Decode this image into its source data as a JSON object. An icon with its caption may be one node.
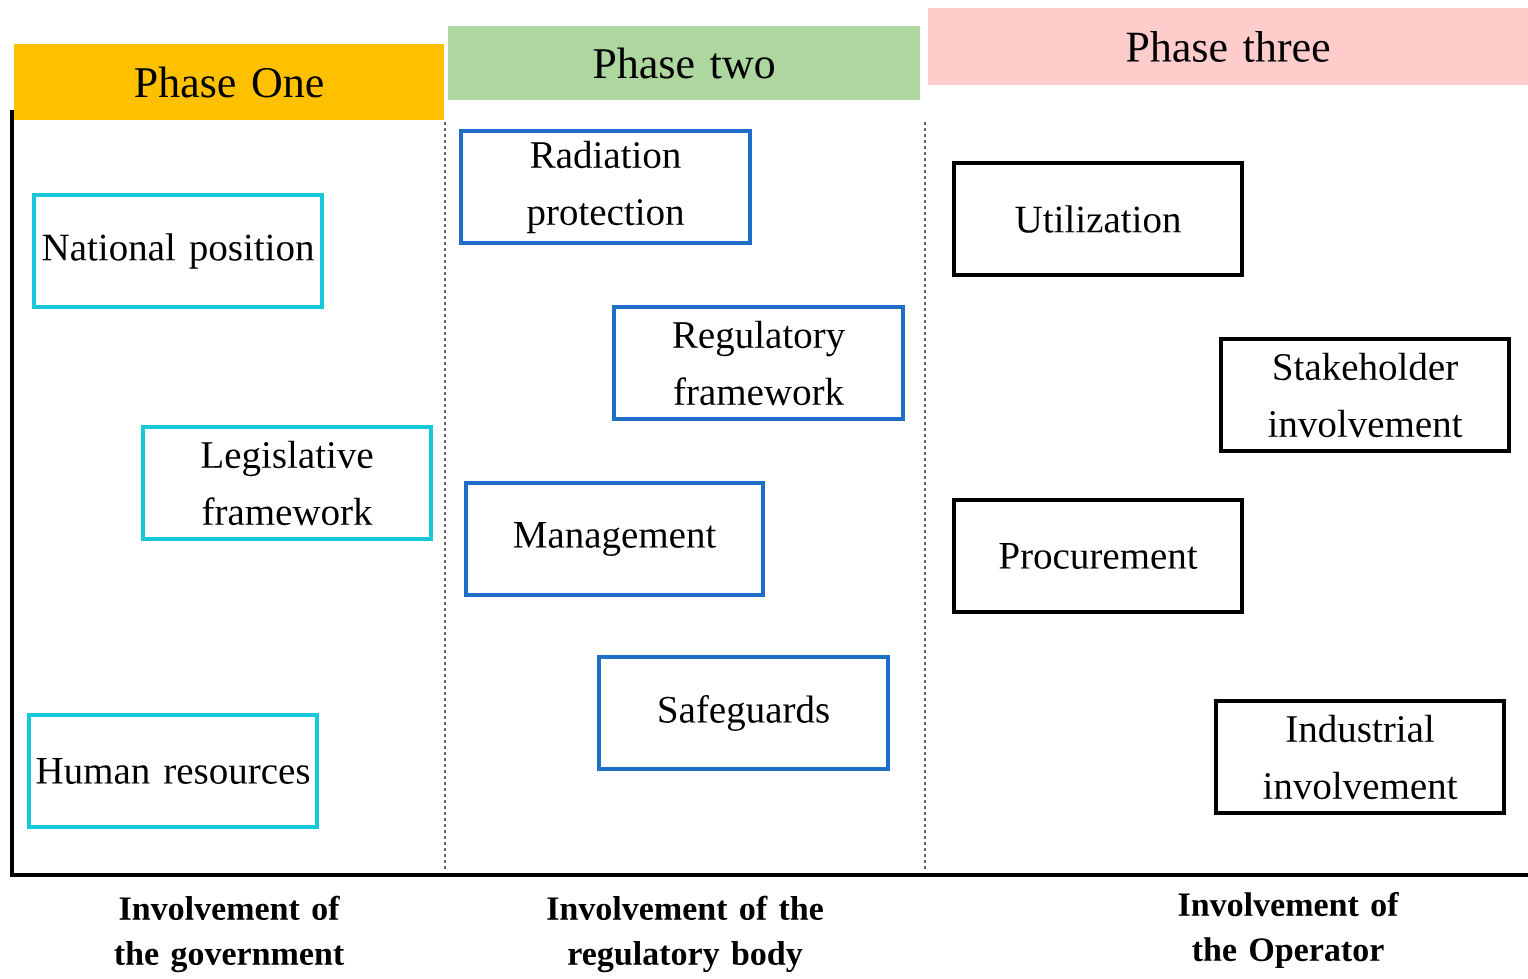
{
  "diagram": {
    "nodes": [
      {
        "text": [
          "Phase One"
        ]
      },
      {
        "text": [
          "Phase two"
        ]
      },
      {
        "text": [
          "Phase three"
        ]
      },
      {
        "text": [
          "National position"
        ]
      },
      {
        "text": [
          "Legislative framework"
        ]
      },
      {
        "text": [
          "Human resources"
        ]
      },
      {
        "text": [
          "Radiation protection"
        ]
      },
      {
        "text": [
          "Regulatory framework"
        ]
      },
      {
        "text": [
          "Management"
        ]
      },
      {
        "text": [
          "Safeguards"
        ]
      },
      {
        "text": [
          "Utilization"
        ]
      },
      {
        "text": [
          "Stakeholder involvement"
        ]
      },
      {
        "text": [
          "Procurement"
        ]
      },
      {
        "text": [
          "Industrial involvement"
        ]
      }
    ],
    "labels": [
      "Involvement of the government",
      "Involvement of the regulatory body",
      "Involvement of the Operator"
    ]
  }
}
